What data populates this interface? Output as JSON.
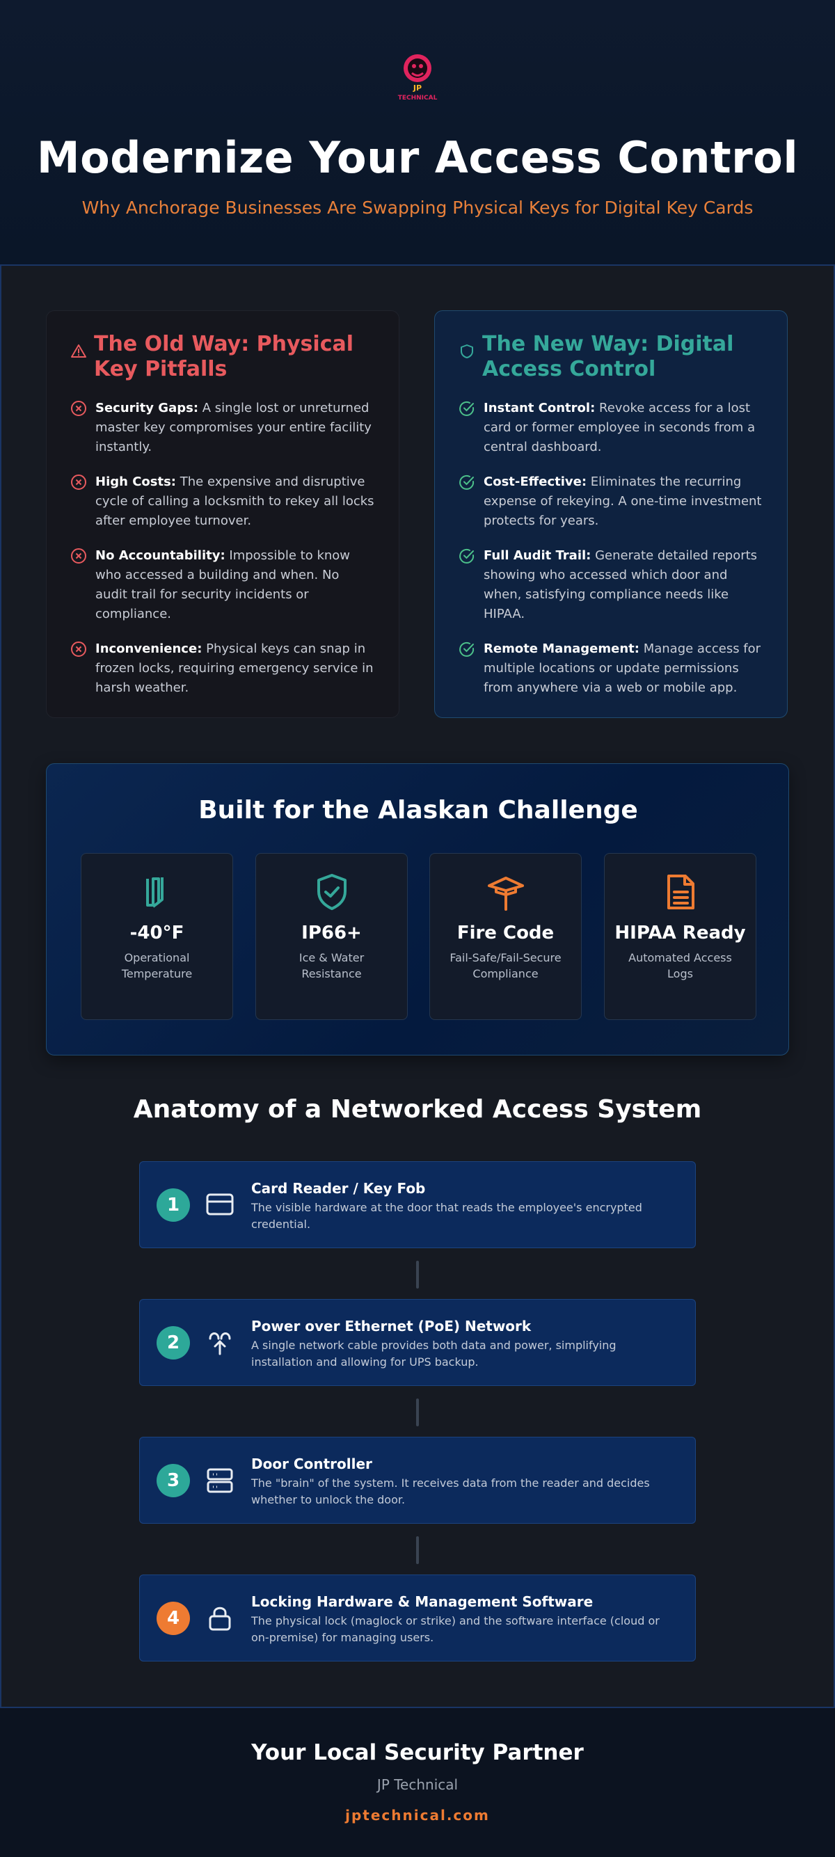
{
  "header": {
    "logo_text": "JP TECHNICAL",
    "title": "Modernize Your Access Control",
    "subtitle": "Why Anchorage Businesses Are Swapping Physical Keys for Digital Key Cards"
  },
  "old_way": {
    "title": "The Old Way: Physical Key Pitfalls",
    "icon": "warning-triangle-icon",
    "points": [
      {
        "label": "Security Gaps:",
        "text": "A single lost or unreturned master key compromises your entire facility instantly."
      },
      {
        "label": "High Costs:",
        "text": "The expensive and disruptive cycle of calling a locksmith to rekey all locks after employee turnover."
      },
      {
        "label": "No Accountability:",
        "text": "Impossible to know who accessed a building and when. No audit trail for security incidents or compliance."
      },
      {
        "label": "Inconvenience:",
        "text": "Physical keys can snap in frozen locks, requiring emergency service in harsh weather."
      }
    ]
  },
  "new_way": {
    "title": "The New Way: Digital Access Control",
    "icon": "shield-icon",
    "points": [
      {
        "label": "Instant Control:",
        "text": "Revoke access for a lost card or former employee in seconds from a central dashboard."
      },
      {
        "label": "Cost-Effective:",
        "text": "Eliminates the recurring expense of rekeying. A one-time investment protects for years."
      },
      {
        "label": "Full Audit Trail:",
        "text": "Generate detailed reports showing who accessed which door and when, satisfying compliance needs like HIPAA."
      },
      {
        "label": "Remote Management:",
        "text": "Manage access for multiple locations or update permissions from anywhere via a web or mobile app."
      }
    ]
  },
  "alaska": {
    "title": "Built for the Alaskan Challenge",
    "features": [
      {
        "value": "-40°F",
        "label": "Operational Temperature",
        "icon": "thermometer-icon"
      },
      {
        "value": "IP66+",
        "label": "Ice & Water Resistance",
        "icon": "shield-check-icon"
      },
      {
        "value": "Fire Code",
        "label": "Fail-Safe/Fail-Secure Compliance",
        "icon": "signpost-icon"
      },
      {
        "value": "HIPAA Ready",
        "label": "Automated Access Logs",
        "icon": "document-icon"
      }
    ]
  },
  "anatomy": {
    "title": "Anatomy of a Networked Access System",
    "steps": [
      {
        "num": "1",
        "title": "Card Reader / Key Fob",
        "desc": "The visible hardware at the door that reads the employee's encrypted credential.",
        "icon": "credit-card-icon"
      },
      {
        "num": "2",
        "title": "Power over Ethernet (PoE) Network",
        "desc": "A single network cable provides both data and power, simplifying installation and allowing for UPS backup.",
        "icon": "antenna-icon"
      },
      {
        "num": "3",
        "title": "Door Controller",
        "desc": "The \"brain\" of the system. It receives data from the reader and decides whether to unlock the door.",
        "icon": "server-icon"
      },
      {
        "num": "4",
        "title": "Locking Hardware & Management Software",
        "desc": "The physical lock (maglock or strike) and the software interface (cloud or on-premise) for managing users.",
        "icon": "lock-icon"
      }
    ]
  },
  "footer": {
    "title": "Your Local Security Partner",
    "name": "JP Technical",
    "url": "jptechnical.com"
  },
  "colors": {
    "accent_orange": "#ee7b32",
    "accent_teal": "#2da899",
    "danger_red": "#e85a5e",
    "success_green": "#4cc08a"
  }
}
